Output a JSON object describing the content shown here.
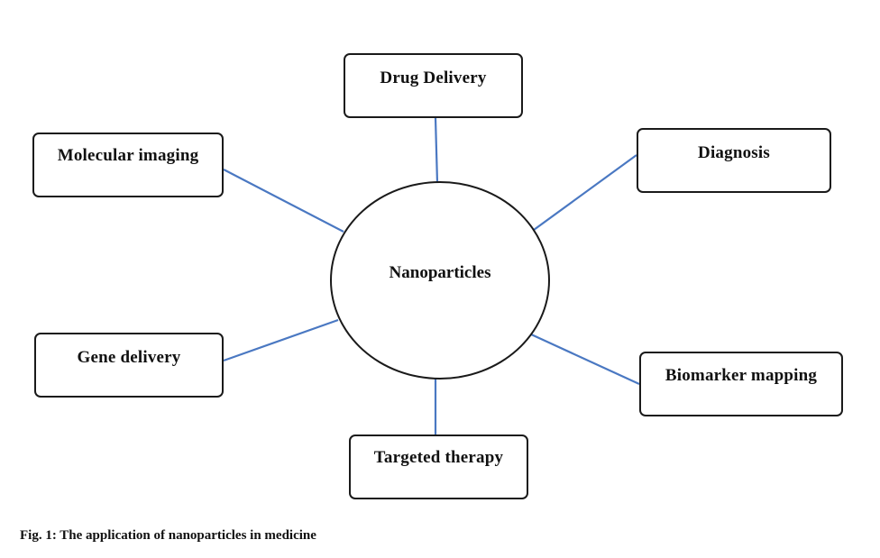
{
  "diagram": {
    "center": "Nanoparticles",
    "nodes": {
      "drug_delivery": "Drug Delivery",
      "molecular_imaging": "Molecular imaging",
      "diagnosis": "Diagnosis",
      "gene_delivery": "Gene delivery",
      "biomarker_mapping": "Biomarker mapping",
      "targeted_therapy": "Targeted therapy"
    },
    "edges": [
      [
        "Nanoparticles",
        "Drug Delivery"
      ],
      [
        "Nanoparticles",
        "Molecular imaging"
      ],
      [
        "Nanoparticles",
        "Diagnosis"
      ],
      [
        "Nanoparticles",
        "Gene delivery"
      ],
      [
        "Nanoparticles",
        "Biomarker mapping"
      ],
      [
        "Nanoparticles",
        "Targeted therapy"
      ]
    ],
    "connector_color": "#4a78c2"
  },
  "caption": "Fig. 1: The application of nanoparticles in medicine"
}
